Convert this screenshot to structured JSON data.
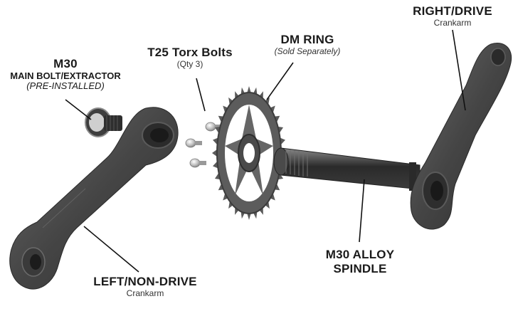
{
  "labels": {
    "m30": {
      "title": "M30",
      "subtitle": "MAIN BOLT/EXTRACTOR",
      "note": "(PRE-INSTALLED)"
    },
    "torx": {
      "title": "T25 Torx Bolts",
      "note": "(Qty 3)"
    },
    "dm_ring": {
      "title": "DM RING",
      "note": "(Sold Separately)"
    },
    "right_drive": {
      "title": "RIGHT/DRIVE",
      "note": "Crankarm"
    },
    "left_non_drive": {
      "title": "LEFT/NON-DRIVE",
      "note": "Crankarm"
    },
    "spindle": {
      "title_line1": "M30 ALLOY",
      "title_line2": "SPINDLE"
    }
  },
  "colors": {
    "part_dark": "#3a3a3a",
    "part_mid": "#555555",
    "part_light": "#7a7a7a",
    "chainring": "#5a5a5a",
    "bolt": "#c9c9c9",
    "leader_line": "#111111",
    "text": "#1a1a1a"
  },
  "icons": {
    "left_crankarm": "left-crankarm-icon",
    "right_crankarm": "right-crankarm-icon",
    "chainring": "chainring-icon",
    "spindle": "spindle-icon",
    "main_bolt": "main-bolt-icon",
    "torx_bolt": "torx-bolt-icon"
  }
}
